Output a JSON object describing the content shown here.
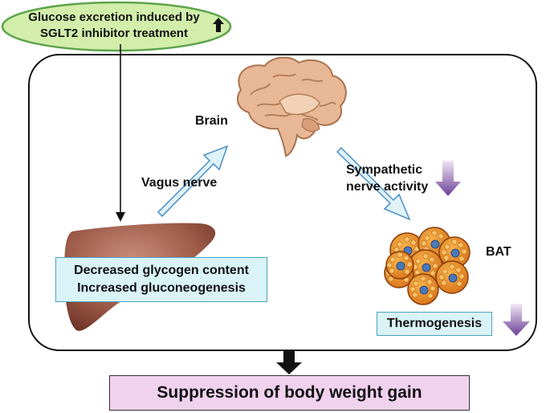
{
  "top_oval": {
    "line1": "Glucose excretion induced by",
    "line2": "SGLT2 inhibitor treatment",
    "indicator_icon": "up-arrow-icon",
    "fill_color": "#d2eeaa",
    "border_color": "#5ca34a"
  },
  "labels": {
    "brain": "Brain",
    "vagus_nerve": "Vagus nerve",
    "sympathetic_line1": "Sympathetic",
    "sympathetic_line2": "nerve activity",
    "bat": "BAT"
  },
  "liver_box": {
    "line1": "Decreased glycogen content",
    "line2": "Increased gluconeogenesis"
  },
  "thermogenesis_box": {
    "text": "Thermogenesis"
  },
  "outcome_box": {
    "text": "Suppression of body weight gain",
    "fill_color": "#f1d2ee"
  },
  "colors": {
    "light_arrow_fill": "#dff2f8",
    "light_arrow_stroke": "#4a8fc4",
    "down_indicator": "#7a4fa0",
    "liver": "#9c5a48",
    "bat_cell": "#e8891a",
    "bat_nucleus": "#4a78b8"
  }
}
